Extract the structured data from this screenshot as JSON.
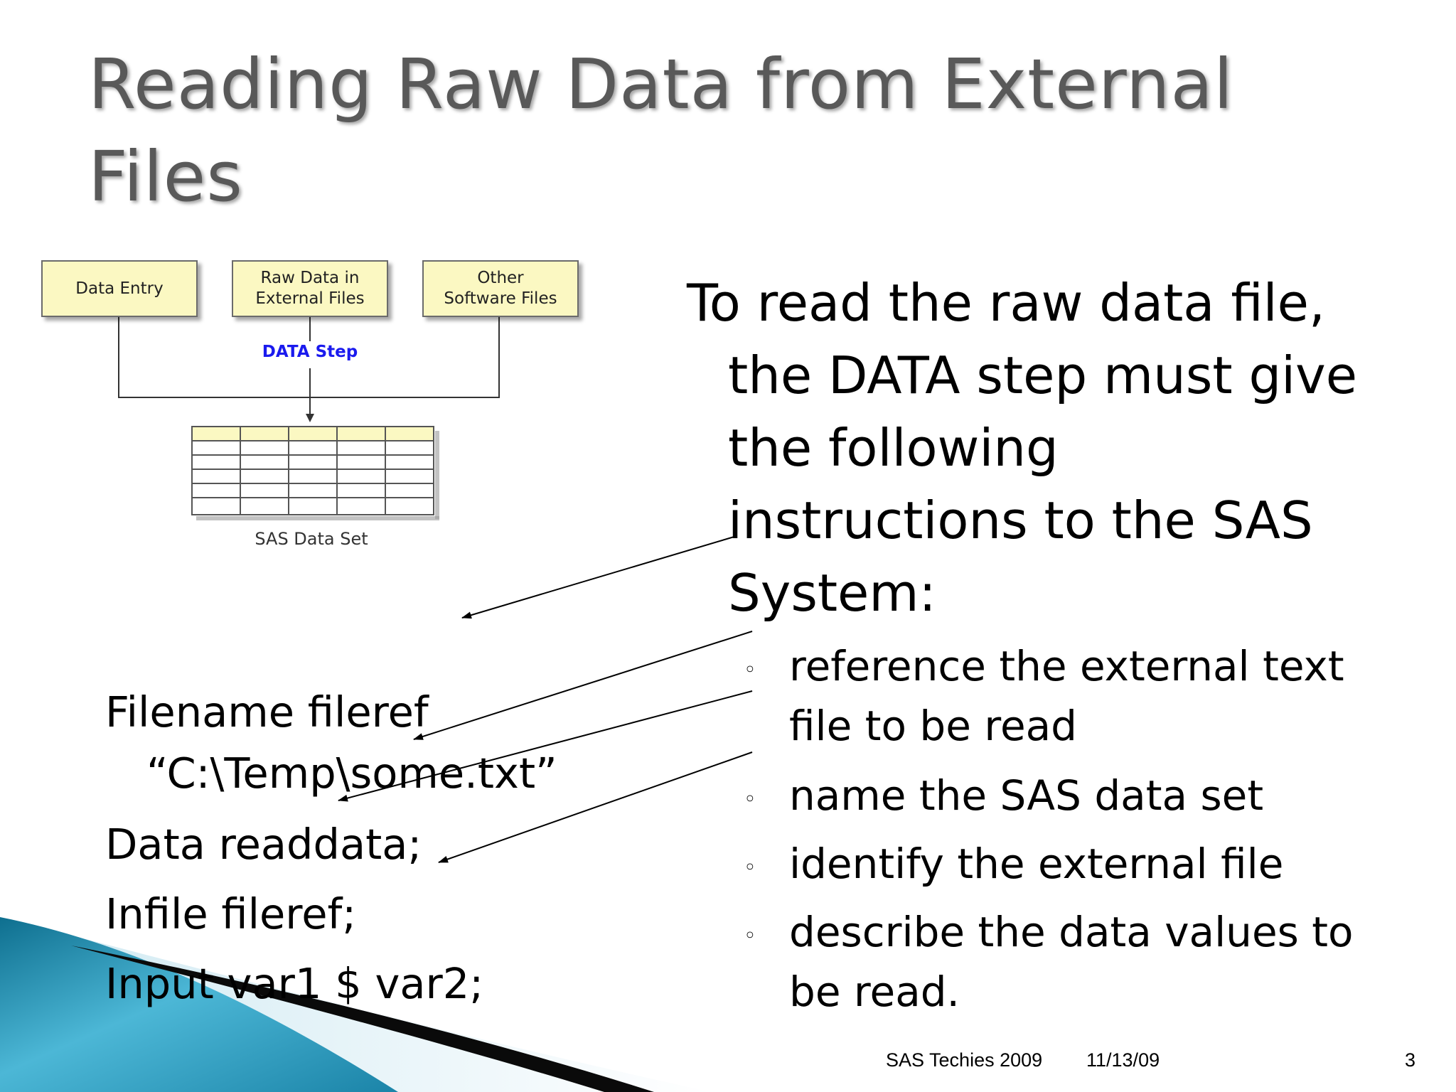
{
  "slide": {
    "title_lines": [
      "Reading Raw Data from External",
      "Files"
    ],
    "diagram": {
      "boxes": [
        "Data Entry",
        "Raw Data in\nExternal Files",
        "Other\nSoftware Files"
      ],
      "step_label": "DATA Step",
      "dataset_label": "SAS Data Set"
    },
    "intro_lines": [
      "To read the raw data file,",
      "the DATA step must give",
      "the following",
      "instructions to the SAS",
      "System:"
    ],
    "bullets": [
      [
        "reference the external text",
        "file to be read"
      ],
      [
        "name the SAS data set"
      ],
      [
        "identify the external file"
      ],
      [
        "describe the data values to",
        "be read."
      ]
    ],
    "bullet_symbol": "◦",
    "code_lines": [
      "Filename fileref",
      "“C:\\Temp\\some.txt”",
      "Data readdata;",
      "Infile fileref;",
      "Input var1 $ var2;"
    ],
    "footer": {
      "org": "SAS Techies  2009",
      "date": "11/13/09",
      "page": "3"
    },
    "colors": {
      "title": "#595959",
      "box_fill": "#fbf8c2",
      "step_label": "#1a1aee",
      "accent": "#3aa6c8"
    }
  }
}
